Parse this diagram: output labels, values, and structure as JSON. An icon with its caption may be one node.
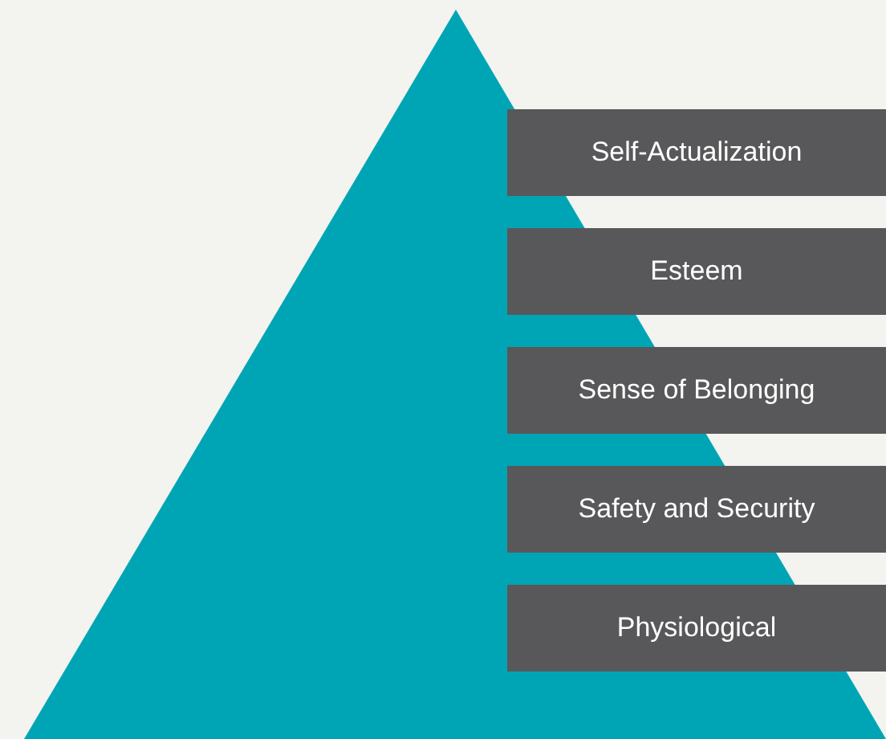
{
  "diagram": {
    "nodes": [
      {
        "text": [
          "Self-Actualization"
        ]
      },
      {
        "text": [
          "Esteem"
        ]
      },
      {
        "text": [
          "Sense of Belonging"
        ]
      },
      {
        "text": [
          "Safety and Security"
        ]
      },
      {
        "text": [
          "Physiological"
        ]
      }
    ]
  }
}
